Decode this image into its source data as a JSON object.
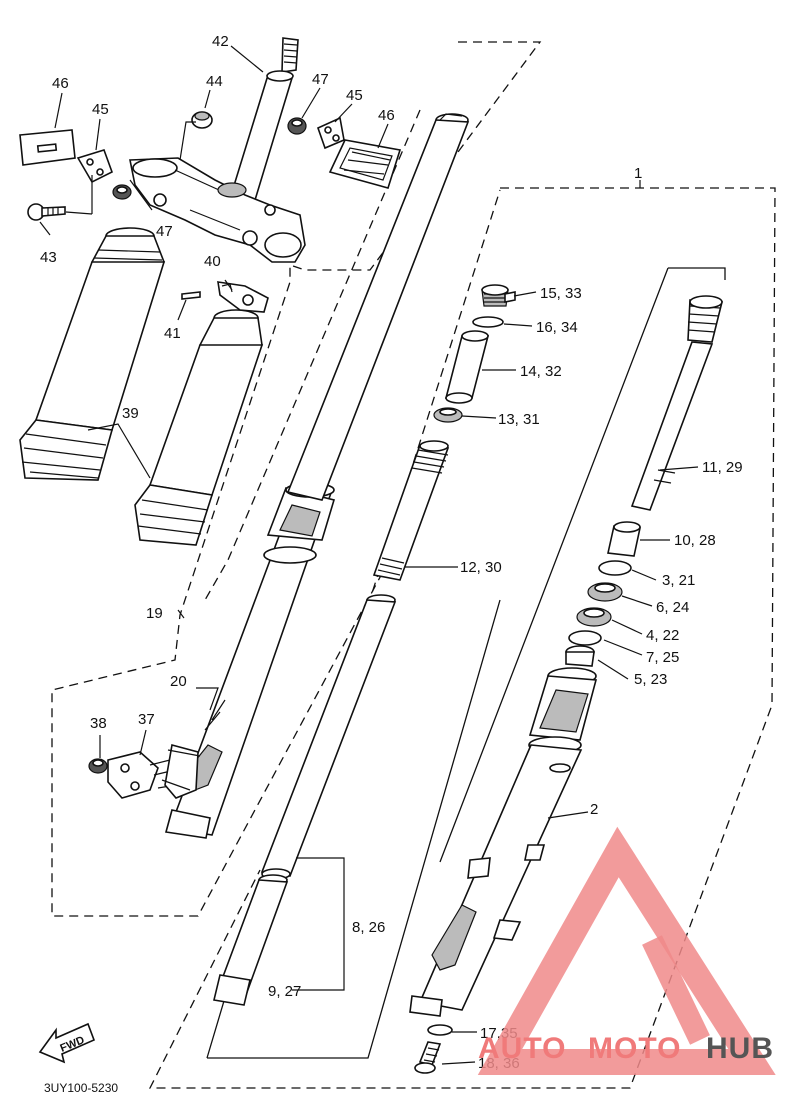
{
  "diagram": {
    "drawing_code": "3UY100-5230",
    "fwd_label": "FWD",
    "watermark": {
      "part1": "AUTO",
      "part2": "MOTO",
      "part3": "HUB"
    },
    "callouts": {
      "c1": "1",
      "c2": "2",
      "c3_21": "3, 21",
      "c4_22": "4, 22",
      "c5_23": "5, 23",
      "c6_24": "6, 24",
      "c7_25": "7, 25",
      "c8_26": "8, 26",
      "c9_27": "9, 27",
      "c10_28": "10, 28",
      "c11_29": "11, 29",
      "c12_30": "12, 30",
      "c13_31": "13, 31",
      "c14_32": "14, 32",
      "c15_33": "15, 33",
      "c16_34": "16, 34",
      "c17_35": "17,35",
      "c18_36": "18, 36",
      "c19": "19",
      "c20": "20",
      "c37": "37",
      "c38": "38",
      "c39": "39",
      "c40": "40",
      "c41": "41",
      "c42": "42",
      "c43": "43",
      "c44": "44",
      "c45a": "45",
      "c45b": "45",
      "c46a": "46",
      "c46b": "46",
      "c47a": "47",
      "c47b": "47"
    }
  }
}
